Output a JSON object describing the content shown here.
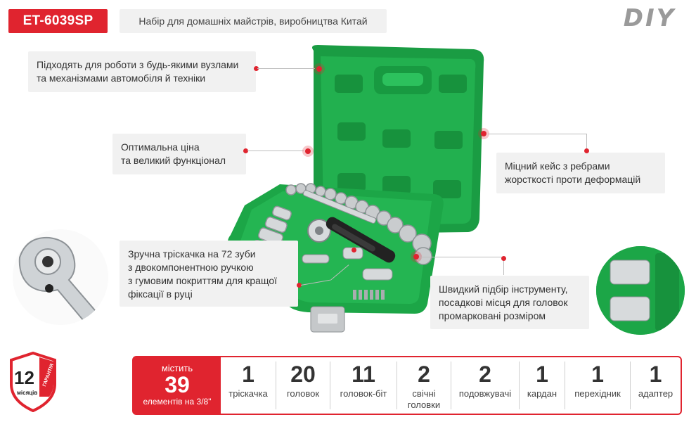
{
  "header": {
    "sku": "ET-6039SP",
    "subtitle": "Набір для домашніх майстрів, виробництва Китай",
    "logo": "DIY"
  },
  "callouts": {
    "c1": [
      "Підходять для роботи з будь-якими вузлами",
      "та механізмами автомобіля й техніки"
    ],
    "c2": [
      "Оптимальна ціна",
      "та великий функціонал"
    ],
    "c3": [
      "Міцний кейс з ребрами",
      "жорсткості проти деформацій"
    ],
    "c4": [
      "Зручна тріскачка на 72 зуби",
      "з двокомпонентною ручкою",
      "з гумовим покриттям для кращої",
      "фіксації в руці"
    ],
    "c5": [
      "Швидкий підбір інструменту,",
      "посадкові місця для головок",
      "промарковані розміром"
    ]
  },
  "badge": {
    "number": "12",
    "top_text": "ГАРАНТІЯ",
    "bottom_text": "місяців"
  },
  "stats": {
    "total": {
      "label_top": "містить",
      "value": "39",
      "label_bottom": "елементів на 3/8\""
    },
    "items": [
      {
        "value": "1",
        "label": "тріскачка"
      },
      {
        "value": "20",
        "label": "головок"
      },
      {
        "value": "11",
        "label": "головок-біт"
      },
      {
        "value": "2",
        "label": "свічні головки"
      },
      {
        "value": "2",
        "label": "подовжувачі"
      },
      {
        "value": "1",
        "label": "кардан"
      },
      {
        "value": "1",
        "label": "перехідник"
      },
      {
        "value": "1",
        "label": "адаптер"
      }
    ]
  },
  "colors": {
    "accent": "#e0242f",
    "case_green": "#1fa84a",
    "panel_grey": "#f1f1f1"
  }
}
